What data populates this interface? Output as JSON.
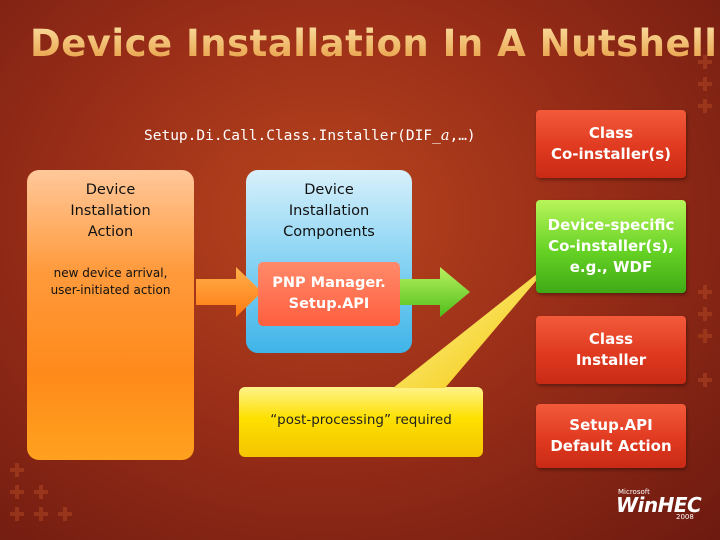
{
  "title": "Device Installation In A Nutshell",
  "call": {
    "prefix": "Setup.Di.Call.Class.Installer(DIF_",
    "italic": "a",
    "suffix": ",…)"
  },
  "action_box": {
    "heading": [
      "Device",
      "Installation",
      "Action"
    ],
    "detail": [
      "new device arrival,",
      "user-initiated action"
    ]
  },
  "components_box": {
    "heading": [
      "Device",
      "Installation",
      "Components"
    ]
  },
  "pnp_box": [
    "PNP Manager.",
    "Setup.API"
  ],
  "post_box": "“post-processing” required",
  "right_boxes": [
    {
      "lines": [
        "Class",
        "Co-installer(s)"
      ],
      "style": "red"
    },
    {
      "lines": [
        "Device-specific",
        "Co-installer(s),",
        "e.g., WDF"
      ],
      "style": "green"
    },
    {
      "lines": [
        "Class",
        "Installer"
      ],
      "style": "red"
    },
    {
      "lines": [
        "Setup.API",
        "Default Action"
      ],
      "style": "red"
    }
  ],
  "logo": {
    "company": "Microsoft",
    "name": "WinHEC",
    "year": "2008"
  },
  "colors": {
    "red": "#e03a20",
    "green": "#66d224",
    "orange": "#ff8a1a",
    "blue": "#3fb4e8",
    "yellow": "#fde000"
  }
}
